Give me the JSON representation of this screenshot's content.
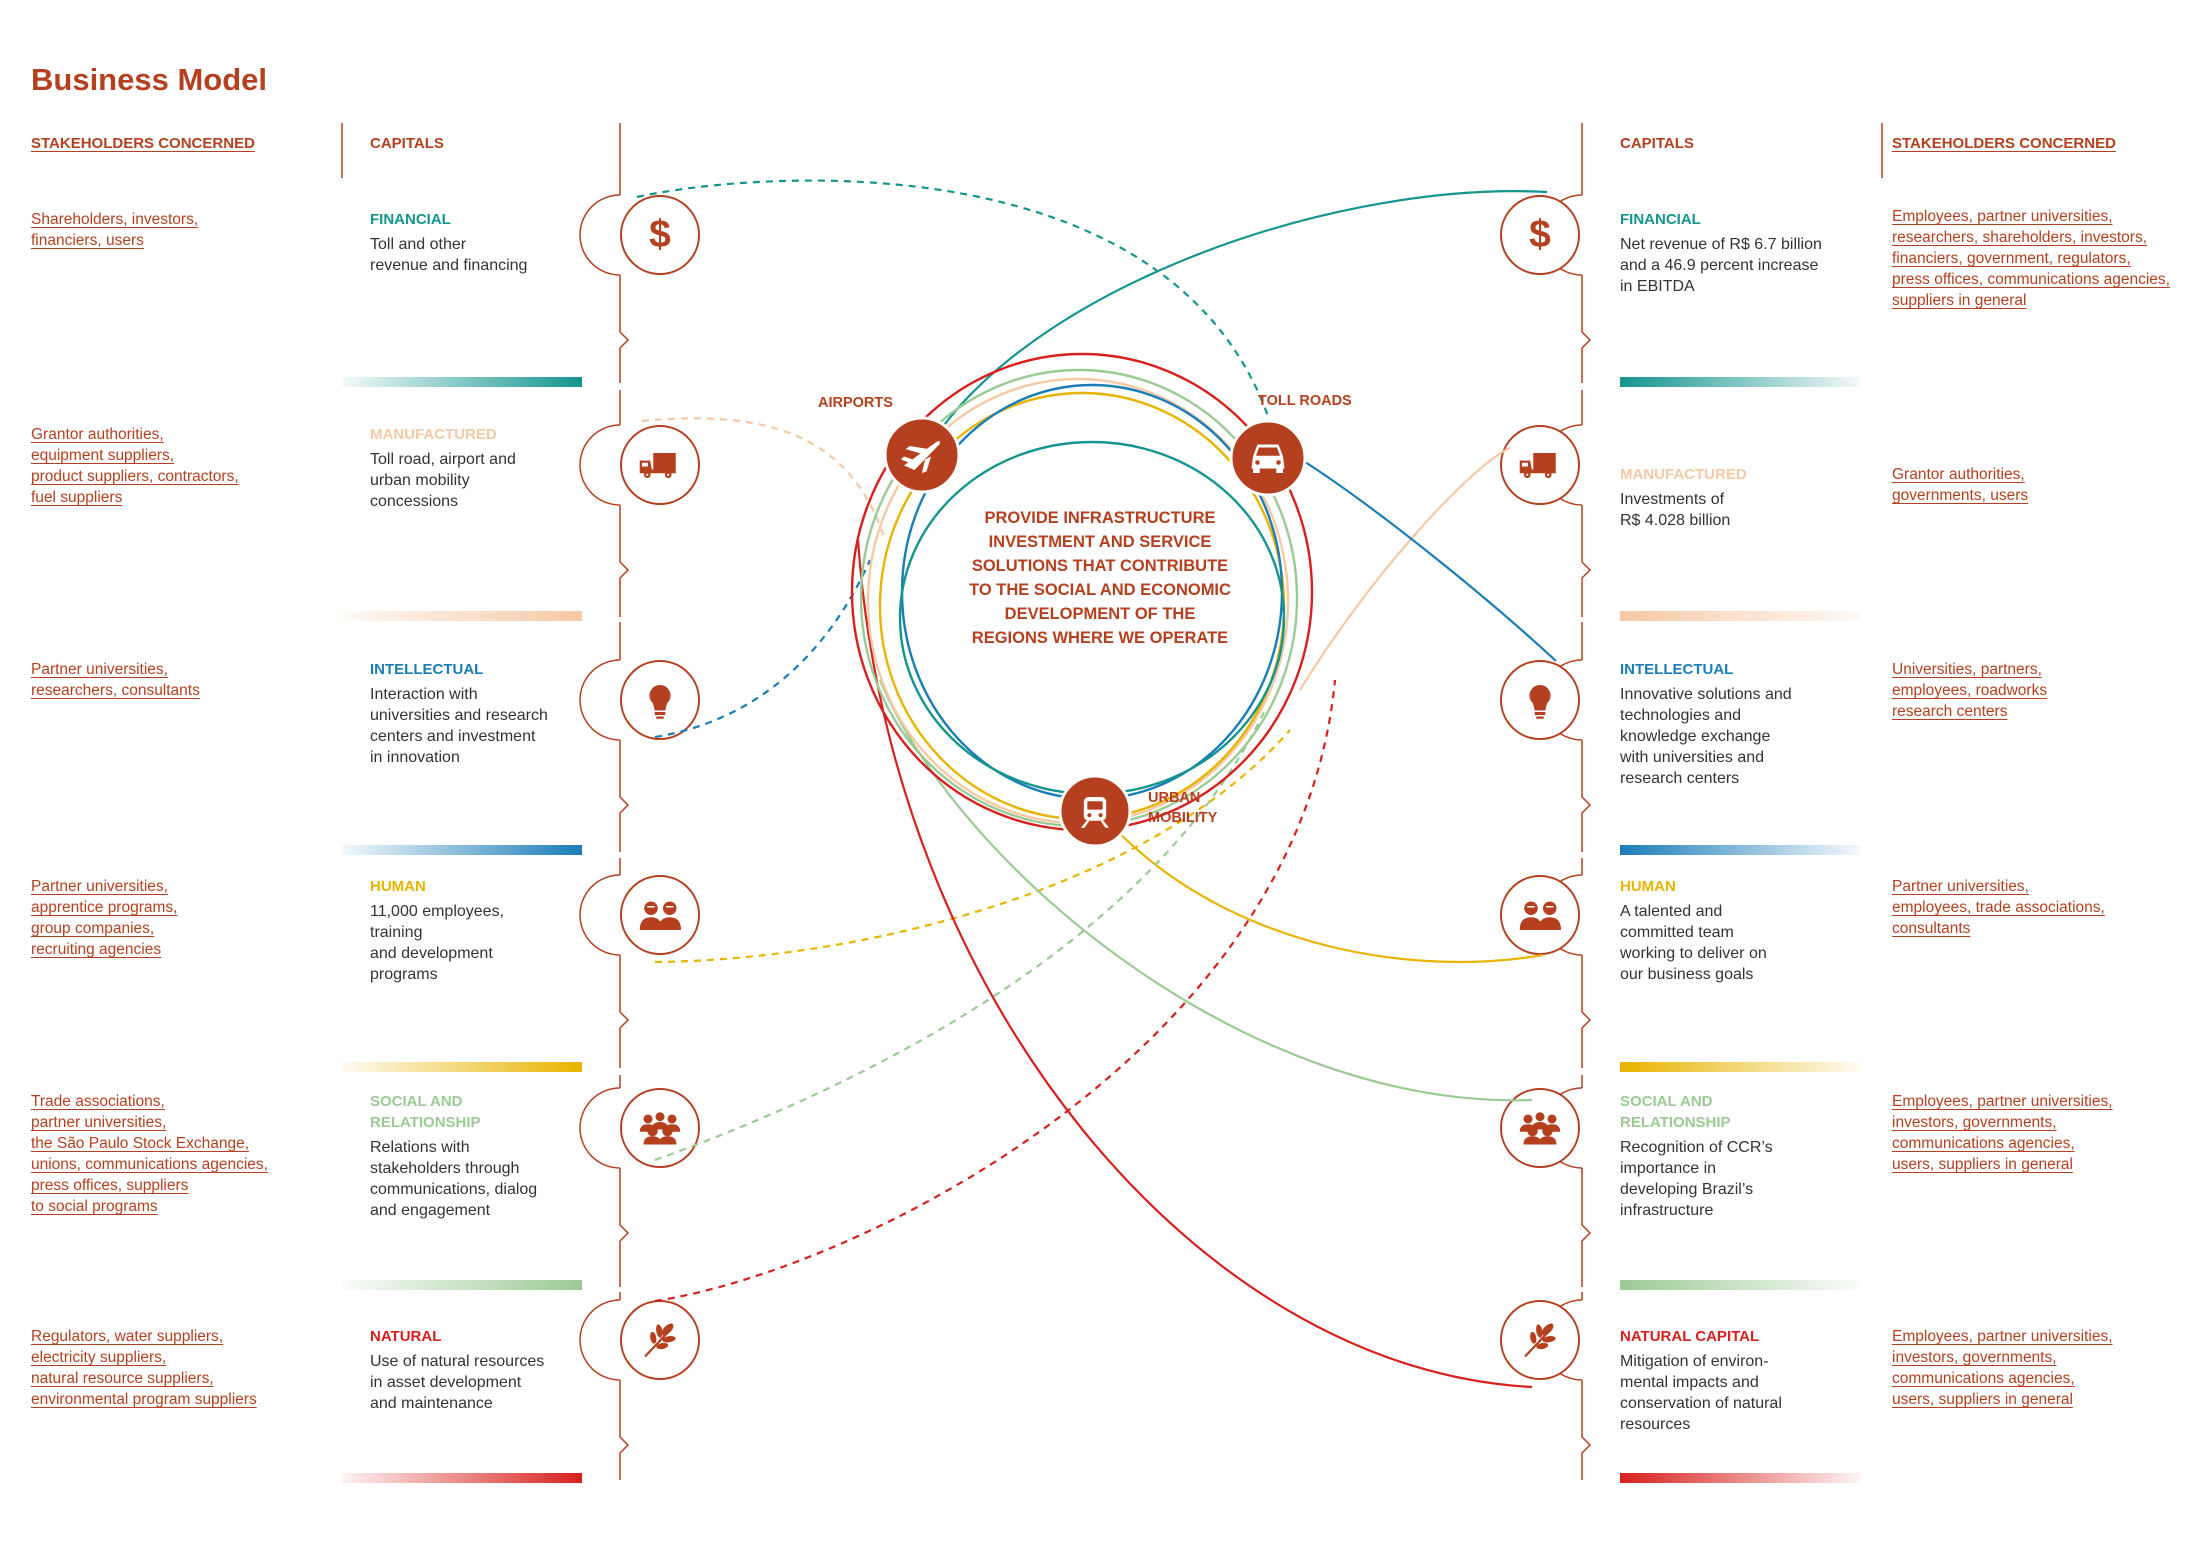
{
  "title": "Business Model",
  "left_headers": {
    "stakeholders": "STAKEHOLDERS CONCERNED",
    "capitals": "CAPITALS"
  },
  "right_headers": {
    "capitals": "CAPITALS",
    "stakeholders": "STAKEHOLDERS CONCERNED"
  },
  "center": {
    "text": "PROVIDE INFRASTRUCTURE\nINVESTMENT AND SERVICE\nSOLUTIONS THAT CONTRIBUTE\nTO THE SOCIAL AND ECONOMIC\nDEVELOPMENT OF THE\nREGIONS WHERE WE OPERATE",
    "airports": "AIRPORTS",
    "toll_roads": "TOLL ROADS",
    "urban_mobility": "URBAN\nMOBILITY"
  },
  "colors": {
    "financial": "#14958f",
    "manufactured": "#f5c9a6",
    "intellectual": "#1b7db8",
    "human": "#e8b400",
    "social": "#9bca94",
    "natural": "#d7201d",
    "accent": "#b5401f"
  },
  "left_rows": [
    {
      "key": "financial",
      "icon": "dollar-icon",
      "stakeholders": "Shareholders, investors,\nfinanciers, users",
      "capital": "FINANCIAL",
      "description": "Toll and other\nrevenue and financing"
    },
    {
      "key": "manufactured",
      "icon": "truck-icon",
      "stakeholders": "Grantor authorities,\nequipment suppliers,\nproduct suppliers, contractors,\nfuel suppliers",
      "capital": "MANUFACTURED",
      "description": "Toll road, airport and\nurban mobility\nconcessions"
    },
    {
      "key": "intellectual",
      "icon": "lightbulb-icon",
      "stakeholders": "Partner universities,\nresearchers, consultants",
      "capital": "INTELLECTUAL",
      "description": "Interaction with\nuniversities and research\ncenters and investment\nin innovation"
    },
    {
      "key": "human",
      "icon": "people-icon",
      "stakeholders": "Partner universities,\napprentice programs,\ngroup companies,\nrecruiting agencies",
      "capital": "HUMAN",
      "description": "11,000 employees,\ntraining\nand development\nprograms"
    },
    {
      "key": "social",
      "icon": "group-icon",
      "stakeholders": "Trade associations,\npartner universities,\nthe São Paulo Stock Exchange,\nunions, communications agencies,\npress offices, suppliers\nto social programs",
      "capital": "SOCIAL AND\nRELATIONSHIP",
      "description": "Relations with\nstakeholders through\ncommunications, dialog\nand engagement"
    },
    {
      "key": "natural",
      "icon": "leaf-icon",
      "stakeholders": "Regulators, water suppliers,\nelectricity suppliers,\nnatural resource suppliers,\nenvironmental program suppliers",
      "capital": "NATURAL",
      "description": "Use of natural resources\nin asset development\nand maintenance"
    }
  ],
  "right_rows": [
    {
      "key": "financial",
      "icon": "dollar-icon",
      "capital": "FINANCIAL",
      "description": "Net revenue of R$ 6.7 billion\nand a 46.9 percent increase\nin EBITDA",
      "stakeholders": "Employees, partner universities,\nresearchers, shareholders, investors,\nfinanciers, government, regulators,\npress offices, communications agencies,\nsuppliers in general"
    },
    {
      "key": "manufactured",
      "icon": "truck-icon",
      "capital": "MANUFACTURED",
      "description": "Investments of\nR$ 4.028 billion",
      "stakeholders": "Grantor authorities,\ngovernments, users"
    },
    {
      "key": "intellectual",
      "icon": "lightbulb-icon",
      "capital": "INTELLECTUAL",
      "description": "Innovative solutions and\ntechnologies and\nknowledge exchange\nwith universities and\nresearch centers",
      "stakeholders": "Universities, partners,\nemployees, roadworks\nresearch centers"
    },
    {
      "key": "human",
      "icon": "people-icon",
      "capital": "HUMAN",
      "description": "A talented and\ncommitted team\nworking to deliver on\nour business goals",
      "stakeholders": "Partner universities,\nemployees, trade associations,\nconsultants"
    },
    {
      "key": "social",
      "icon": "group-icon",
      "capital": "SOCIAL AND\nRELATIONSHIP",
      "description": "Recognition of CCR’s\nimportance in\ndeveloping Brazil’s\ninfrastructure",
      "stakeholders": "Employees, partner universities,\ninvestors, governments,\ncommunications agencies,\nusers, suppliers in general"
    },
    {
      "key": "natural",
      "icon": "leaf-icon",
      "capital": "NATURAL CAPITAL",
      "description": "Mitigation of environ-\nmental impacts and\nconservation of natural\nresources",
      "stakeholders": "Employees, partner universities,\ninvestors, governments,\ncommunications agencies,\nusers, suppliers in general"
    }
  ]
}
